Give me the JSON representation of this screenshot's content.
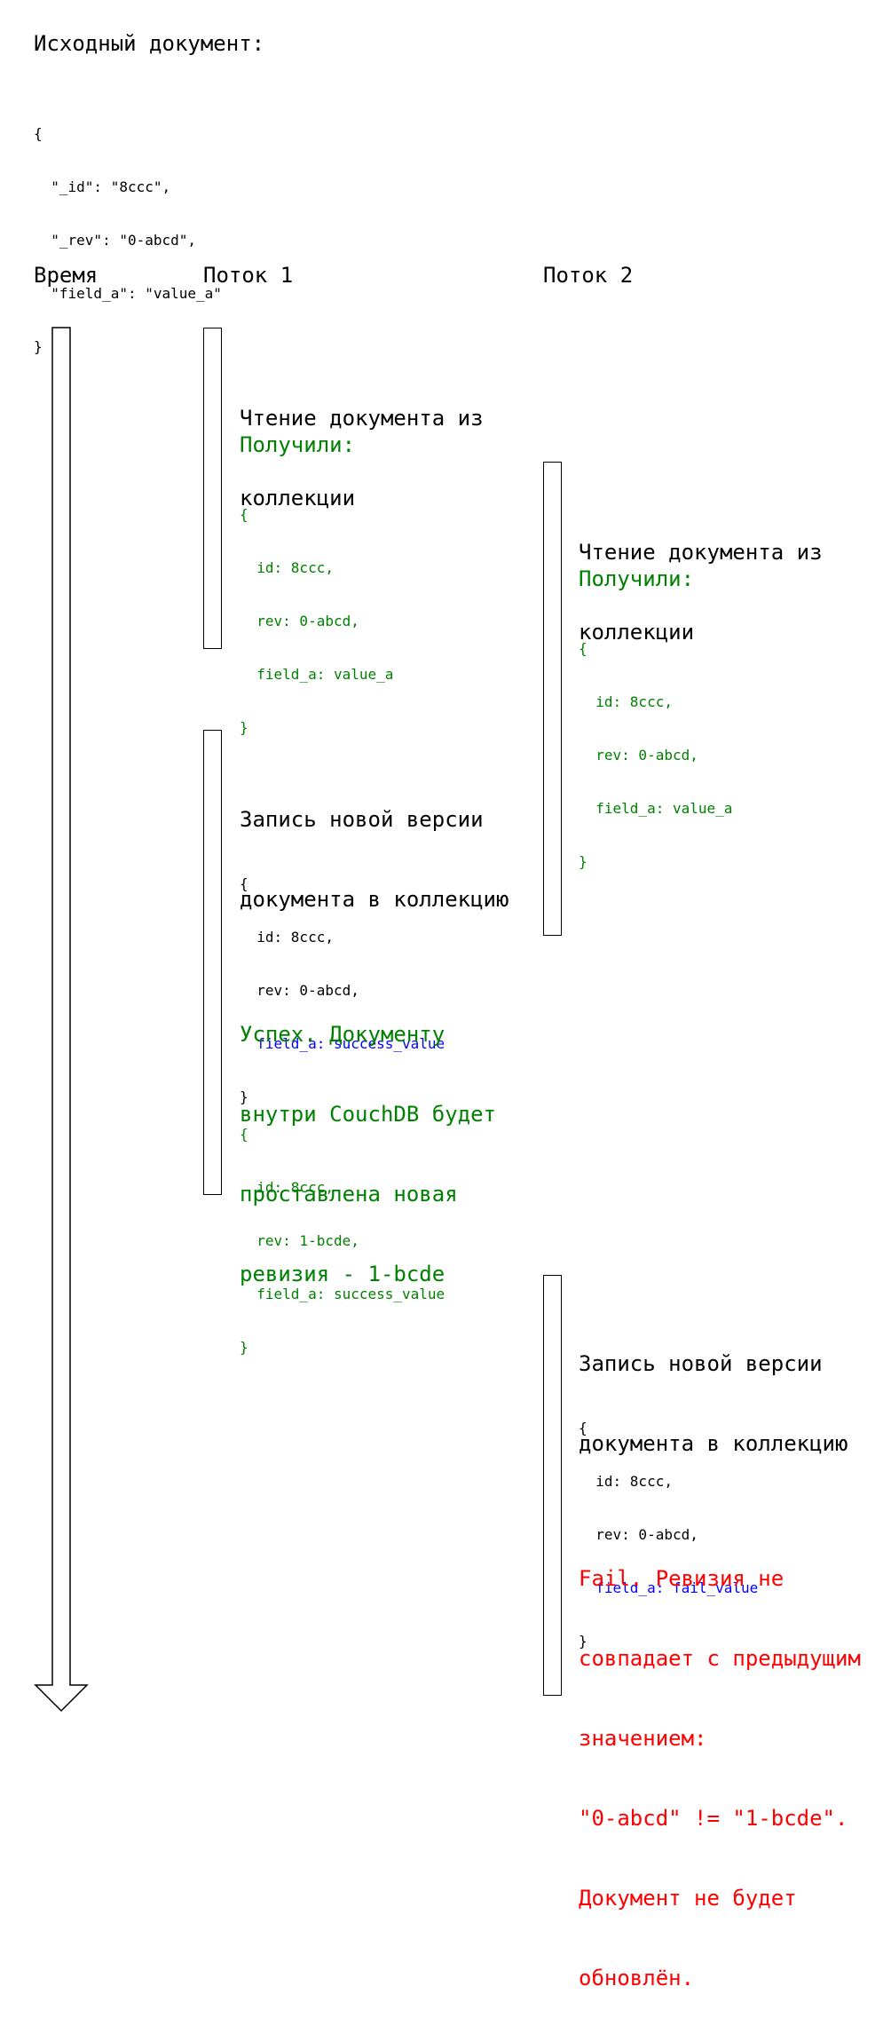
{
  "source": {
    "title": "Исходный документ:",
    "doc_lines": [
      "{",
      "  \"_id\": \"8ccc\",",
      "  \"_rev\": \"0-abcd\",",
      "  \"field_a\": \"value_a\"",
      "}"
    ]
  },
  "headers": {
    "time": "Время",
    "thread1": "Поток 1",
    "thread2": "Поток 2"
  },
  "thread1": {
    "read": {
      "title_lines": [
        "Чтение документа из",
        "коллекции"
      ],
      "result_label": "Получили:",
      "doc_lines": [
        "{",
        "  id: 8ccc,",
        "  rev: 0-abcd,",
        "  field_a: value_a",
        "}"
      ]
    },
    "write": {
      "title_lines": [
        "Запись новой версии",
        "документа в коллекцию"
      ],
      "doc_open": "{",
      "doc_id": "  id: 8ccc,",
      "doc_rev": "  rev: 0-abcd,",
      "doc_field": "  field_a: success_value",
      "doc_close": "}",
      "result_lines": [
        "Успех. Документу",
        "внутри CouchDB будет",
        "проставлена новая",
        "ревизия - 1-bcde"
      ],
      "new_doc_lines": [
        "{",
        "  id: 8ccc,",
        "  rev: 1-bcde,",
        "  field_a: success_value",
        "}"
      ]
    }
  },
  "thread2": {
    "read": {
      "title_lines": [
        "Чтение документа из",
        "коллекции"
      ],
      "result_label": "Получили:",
      "doc_lines": [
        "{",
        "  id: 8ccc,",
        "  rev: 0-abcd,",
        "  field_a: value_a",
        "}"
      ]
    },
    "write": {
      "title_lines": [
        "Запись новой версии",
        "документа в коллекцию"
      ],
      "doc_open": "{",
      "doc_id": "  id: 8ccc,",
      "doc_rev": "  rev: 0-abcd,",
      "doc_field": "  field_a: fail_value",
      "doc_close": "}",
      "result_lines": [
        "Fail. Ревизия не",
        "совпадает с предыдущим",
        "значением:",
        "\"0-abcd\" != \"1-bcde\".",
        "Документ не будет",
        "обновлён."
      ]
    }
  },
  "colors": {
    "success": "#008000",
    "fail": "#ff0000",
    "changed_field": "#0000ff",
    "outline": "#000000"
  }
}
